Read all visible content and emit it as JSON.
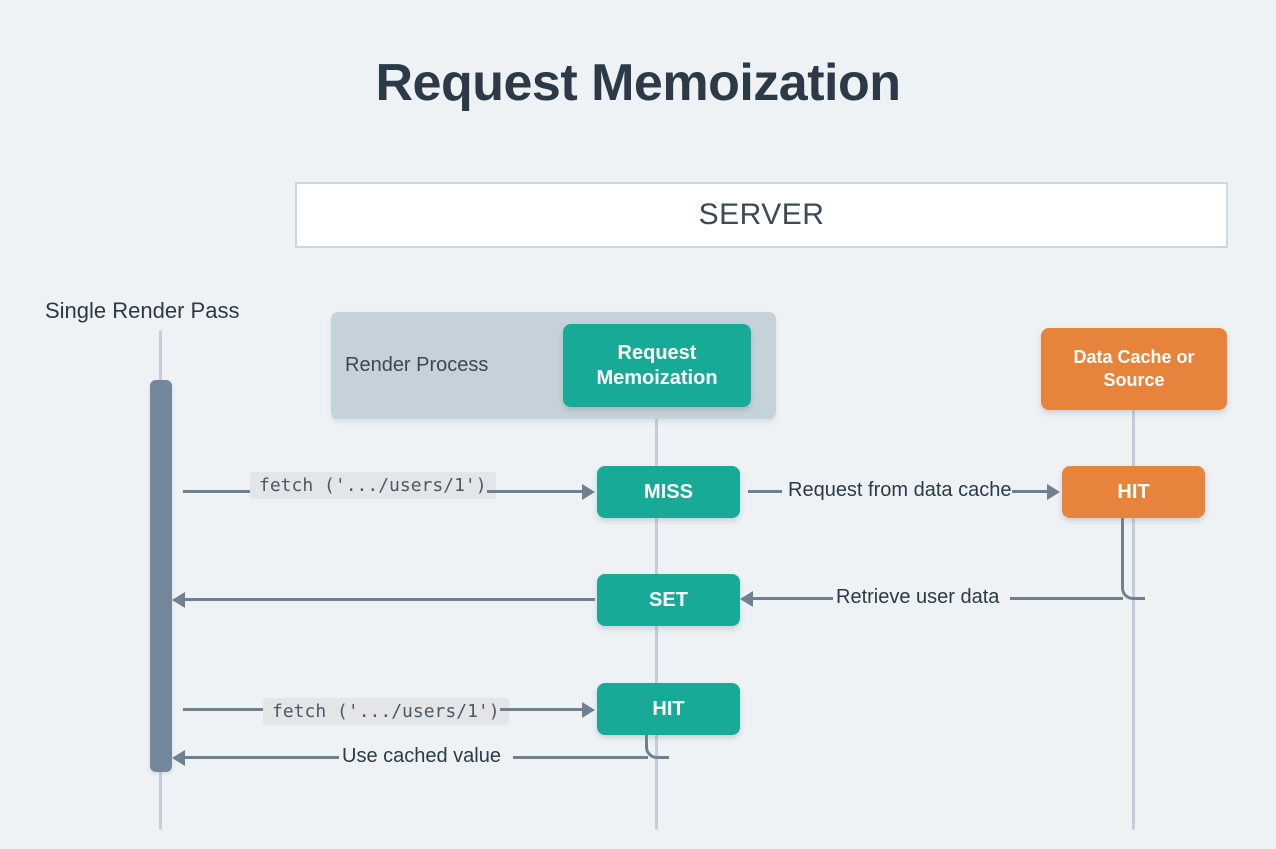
{
  "title": "Request Memoization",
  "colors": {
    "background": "#eef2f5",
    "title_text": "#2b3a46",
    "teal": "#17ab97",
    "orange": "#e8833c",
    "group_gray": "#c6d2da",
    "activation_bar": "#74879a",
    "lifeline": "#c3cfd8",
    "connector": "#6f8090",
    "server_border": "#ccd8e0",
    "code_chip_bg": "#e3e5e6"
  },
  "server": {
    "label": "SERVER"
  },
  "lifelines": {
    "render_pass_label": "Single Render Pass",
    "memoization_label": "Request Memoization",
    "cache_label": "Data Cache or Source"
  },
  "render_process": {
    "label": "Render Process"
  },
  "nodes": {
    "request_memoization": "Request Memoization",
    "data_cache_or_source": "Data Cache or Source",
    "miss": "MISS",
    "set": "SET",
    "hit_memo": "HIT",
    "hit_cache": "HIT"
  },
  "connectors": {
    "fetch_call_1": "fetch ('.../users/1')",
    "request_from_data_cache": "Request from data cache",
    "retrieve_user_data": "Retrieve user data",
    "fetch_call_2": "fetch ('.../users/1')",
    "use_cached_value": "Use cached value"
  }
}
